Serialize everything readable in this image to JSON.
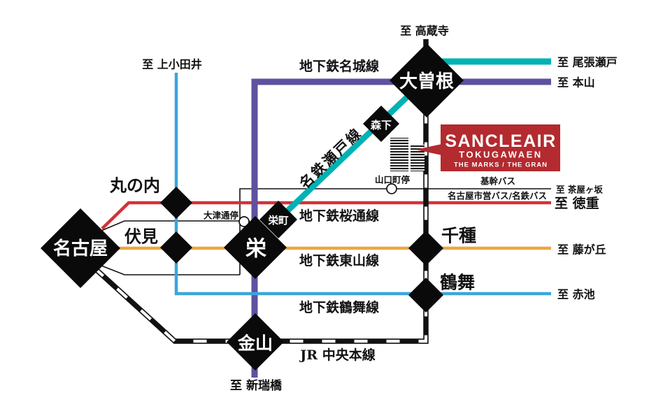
{
  "map": {
    "stations": {
      "nagoya": "名古屋",
      "marunouchi": "丸の内",
      "fushimi": "伏見",
      "sakae": "栄",
      "sakaemachi": "栄町",
      "morishita": "森下",
      "ozone": "大曽根",
      "chikusa": "千種",
      "tsurumai": "鶴舞",
      "kanayama": "金山"
    },
    "lines": {
      "meijo": "地下鉄名城線",
      "seto": "名鉄瀬戸線",
      "sakuradori": "地下鉄桜通線",
      "higashiyama": "地下鉄東山線",
      "tsurumai_line": "地下鉄鶴舞線",
      "jr_chuo": "JR 中央本線"
    },
    "destinations": {
      "kozoji": "至 高蔵寺",
      "owari_seto": "至 尾張瀬戸",
      "motoyama": "至 本山",
      "kami_otai": "至 上小田井",
      "chayagasaka": "至 茶屋ヶ坂",
      "tokushige": "至 徳重",
      "fujigaoka": "至 藤が丘",
      "akaike": "至 赤池",
      "aratamabashi": "至 新瑞橋"
    },
    "bus": {
      "kikan": "基幹バス",
      "city_meitetsu": "名古屋市営バス/名鉄バス",
      "yamaguchicho_stop": "山口町停",
      "otsudori_stop": "大津通停"
    }
  },
  "logo": {
    "brand": "SANCLEAIR",
    "name": "TOKUGAWAEN",
    "sub": "THE MARKS / THE GRAN"
  },
  "colors": {
    "meijo": "#5f51a0",
    "seto": "#00b2b4",
    "sakuradori": "#d23238",
    "higashiyama": "#eea63e",
    "tsurumai": "#3ba5dc",
    "jr": "#111111",
    "bus": "#111111",
    "station_fill": "#0a0a0a",
    "logo_red": "#b32a2f"
  }
}
